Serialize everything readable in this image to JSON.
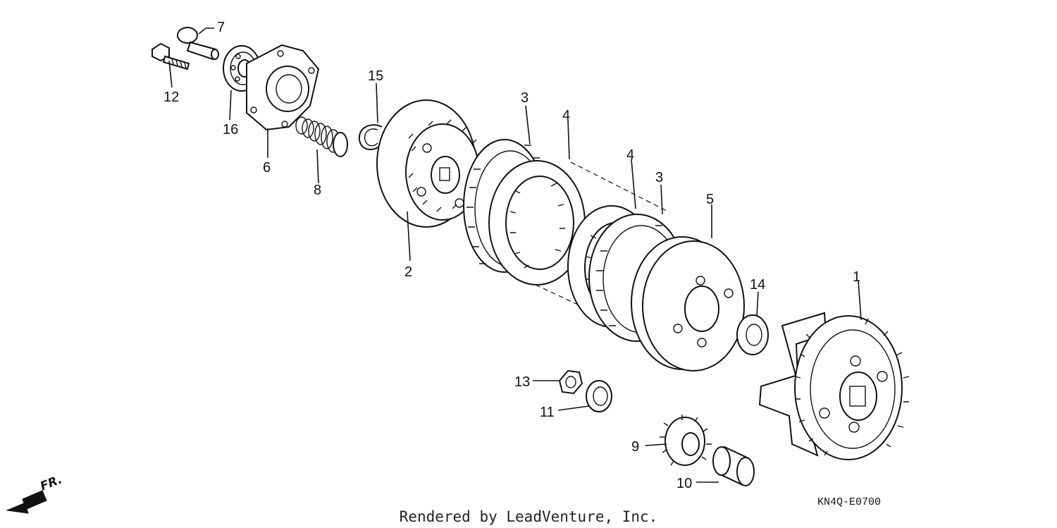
{
  "callouts": {
    "c1": "1",
    "c2": "2",
    "c3a": "3",
    "c3b": "3",
    "c4a": "4",
    "c4b": "4",
    "c5": "5",
    "c6": "6",
    "c7": "7",
    "c8": "8",
    "c9": "9",
    "c10": "10",
    "c11": "11",
    "c12": "12",
    "c13": "13",
    "c14": "14",
    "c15": "15",
    "c16": "16"
  },
  "diagram_code": "KN4Q-E0700",
  "front_marker": "FR.",
  "credit": "Rendered by LeadVenture, Inc.",
  "colors": {
    "line": "#111111",
    "background": "#ffffff"
  }
}
